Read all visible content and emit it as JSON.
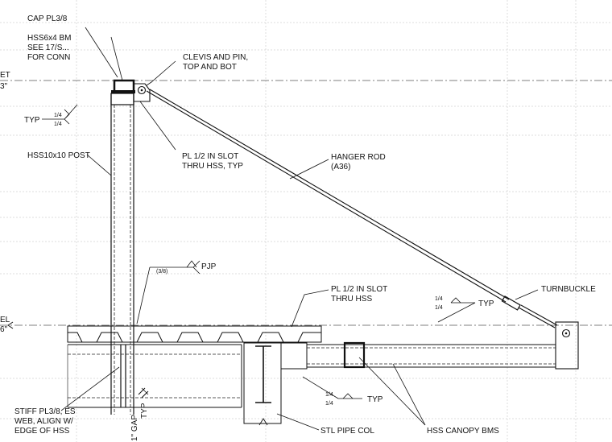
{
  "callouts": {
    "cap": "CAP PL3/8",
    "hss_beam": [
      "HSS6x4 BM",
      "SEE 17/S...",
      "FOR CONN"
    ],
    "clevis": [
      "CLEVIS AND PIN,",
      "TOP AND BOT"
    ],
    "post": "HSS10x10 POST",
    "pl_slot_top": [
      "PL 1/2 IN SLOT",
      "THRU HSS, TYP"
    ],
    "hanger_rod": [
      "HANGER ROD",
      "(A36)"
    ],
    "pjp": "PJP",
    "pjp_size": "(3/8)",
    "pl_slot_mid": [
      "PL 1/2 IN SLOT",
      "THRU HSS"
    ],
    "turnbuckle": "TURNBUCKLE",
    "stiff": [
      "STIFF PL3/8, ES",
      "WEB, ALIGN W/",
      "EDGE OF HSS"
    ],
    "gap": [
      "1\" GAP",
      "TYP"
    ],
    "pipe_col": "STL PIPE COL",
    "canopy_bms": "HSS CANOPY BMS"
  },
  "welds": {
    "left": {
      "tag": "TYP",
      "top": "1/4",
      "bottom": "1/4"
    },
    "right": {
      "tag": "TYP",
      "top": "1/4",
      "bottom": "1/4"
    },
    "bottom": {
      "tag": "TYP",
      "top": "1/4",
      "bottom": "1/4"
    }
  },
  "edge_fragments": {
    "elev_top_a": "ET",
    "elev_top_b": "3\"",
    "elev_bot_a": "EL",
    "elev_bot_b": "6\""
  }
}
